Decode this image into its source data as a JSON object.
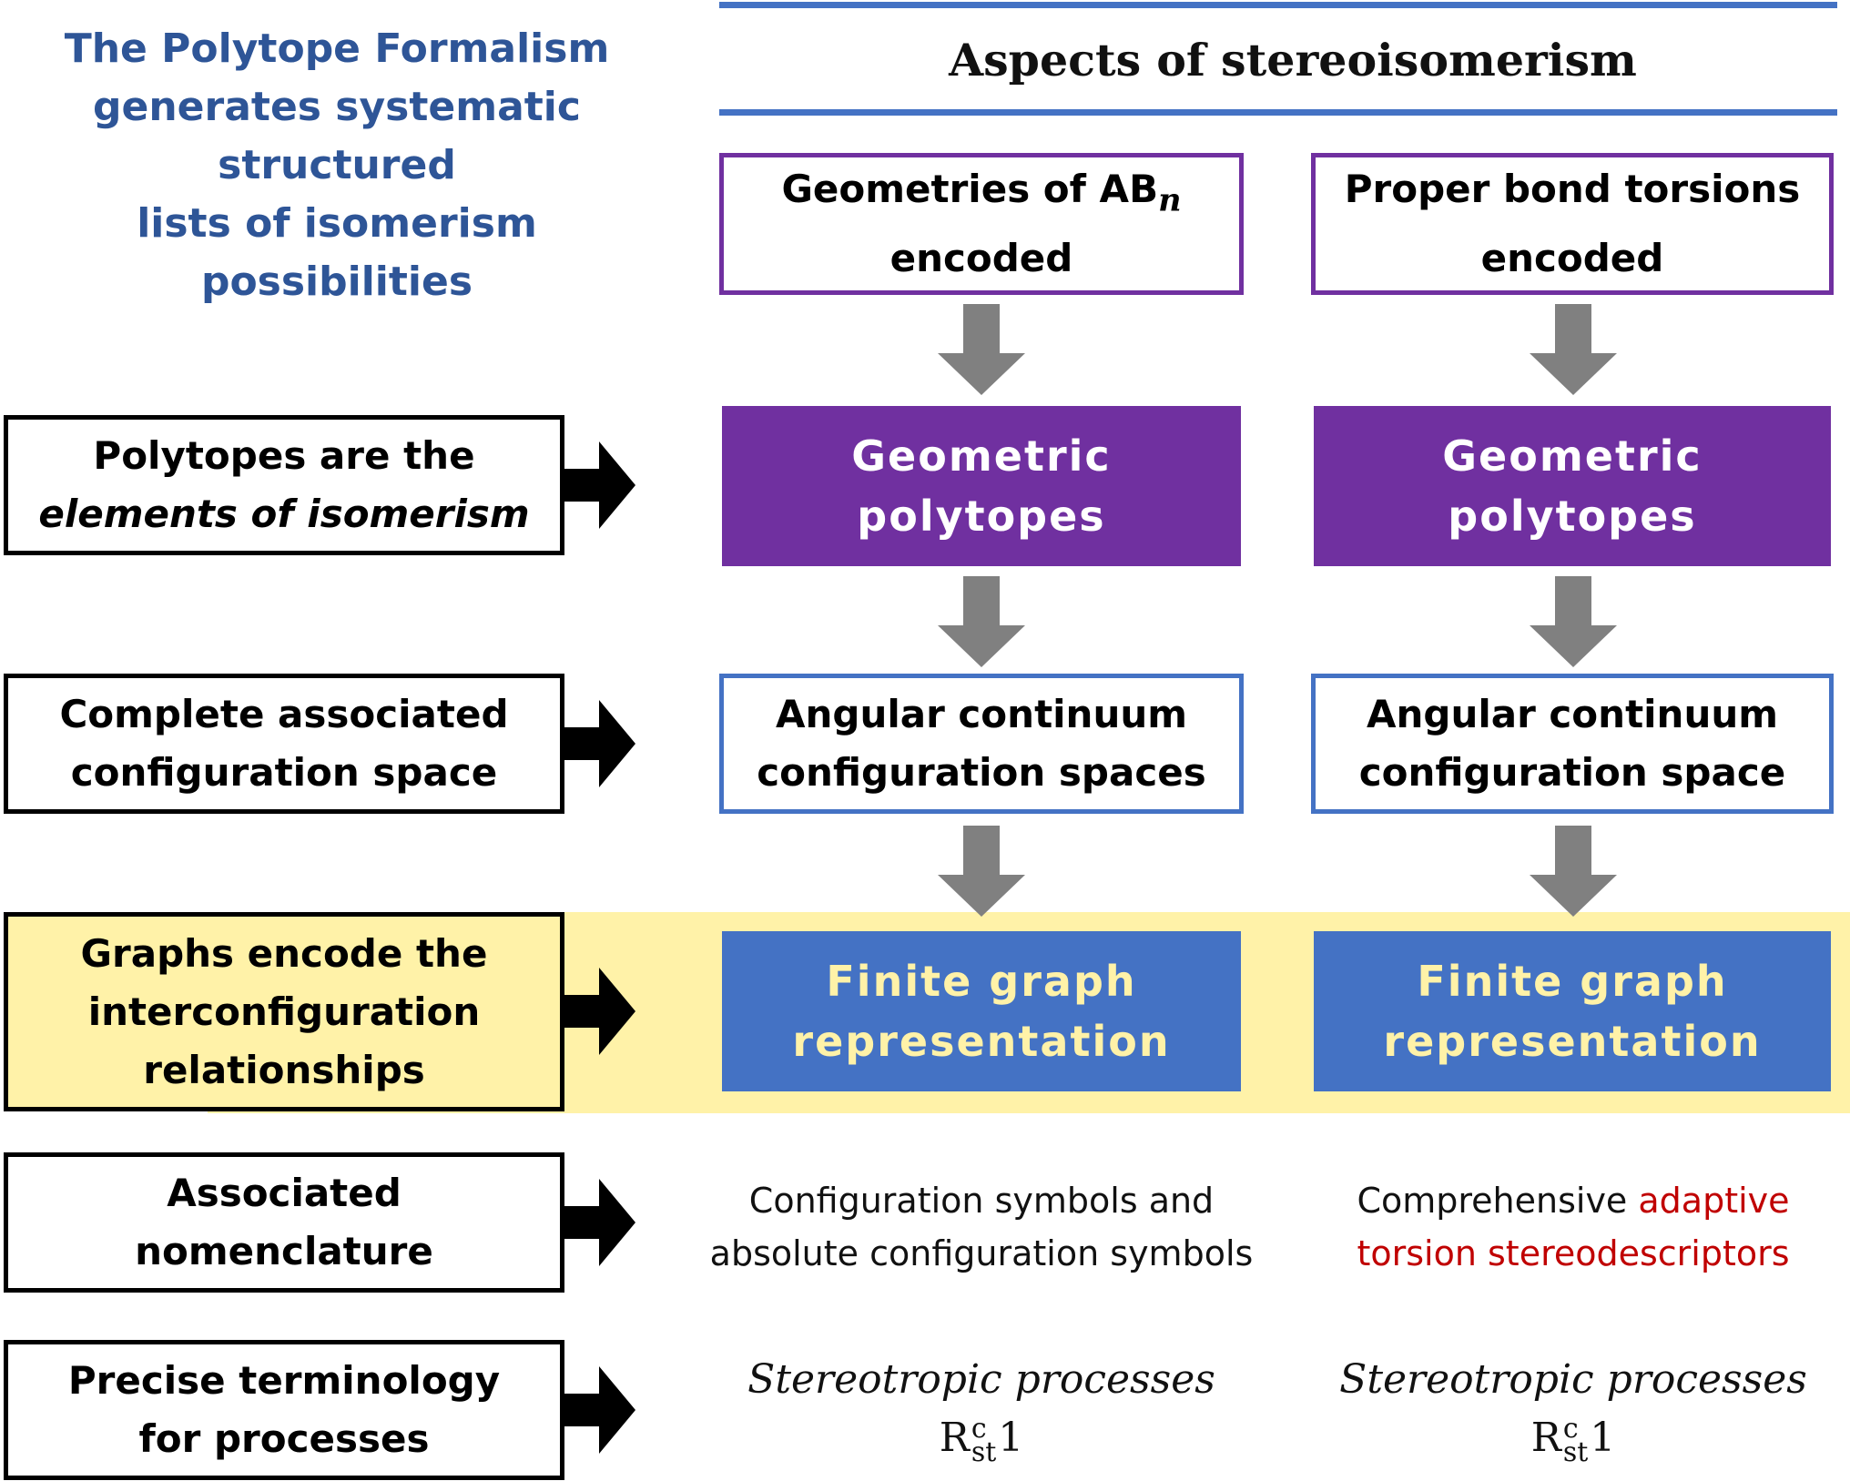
{
  "intro_lines": [
    "The Polytope Formalism",
    "generates systematic structured",
    "lists of isomerism possibilities"
  ],
  "aspects_title": "Aspects of stereoisomerism",
  "left_boxes": [
    {
      "line1": "Polytopes are the",
      "line2": "elements of isomerism",
      "line3": ""
    },
    {
      "line1": "Complete associated",
      "line2": "configuration space",
      "line3": ""
    },
    {
      "line1": "Graphs encode the",
      "line2": "interconfiguration",
      "line3": "relationships"
    },
    {
      "line1": "Associated",
      "line2": "nomenclature",
      "line3": ""
    },
    {
      "line1": "Precise terminology",
      "line2": "for processes",
      "line3": ""
    }
  ],
  "columns": [
    {
      "header": {
        "line1": "Geometries of AB",
        "subscript": "n",
        "line2": "encoded"
      },
      "polytopes": {
        "line1": "Geometric",
        "line2": "polytopes"
      },
      "config": {
        "line1": "Angular continuum",
        "line2": "configuration spaces"
      },
      "graph": {
        "line1": "Finite graph",
        "line2": "representation"
      },
      "nomenclature": {
        "part1": "Configuration symbols and",
        "part2": "absolute configuration symbols",
        "red1": "",
        "red2": ""
      },
      "process": {
        "title": "Stereotropic processes",
        "symbol": "R",
        "sup": "c",
        "sub": "st",
        "num": "1"
      }
    },
    {
      "header": {
        "line1": "Proper bond torsions",
        "subscript": "",
        "line2": "encoded"
      },
      "polytopes": {
        "line1": "Geometric",
        "line2": "polytopes"
      },
      "config": {
        "line1": "Angular continuum",
        "line2": "configuration space"
      },
      "graph": {
        "line1": "Finite graph",
        "line2": "representation"
      },
      "nomenclature": {
        "part1": "Comprehensive ",
        "part2": "",
        "red1": "adaptive",
        "red2": "torsion stereodescriptors"
      },
      "process": {
        "title": "Stereotropic processes",
        "symbol": "R",
        "sup": "c",
        "sub": "st",
        "num": "1"
      }
    }
  ],
  "colors": {
    "blue": "#4472c4",
    "purple": "#7030a0",
    "yellow": "#fff2a8",
    "intro_blue": "#2e5597",
    "red": "#c00000",
    "arrow_gray": "#808080"
  }
}
